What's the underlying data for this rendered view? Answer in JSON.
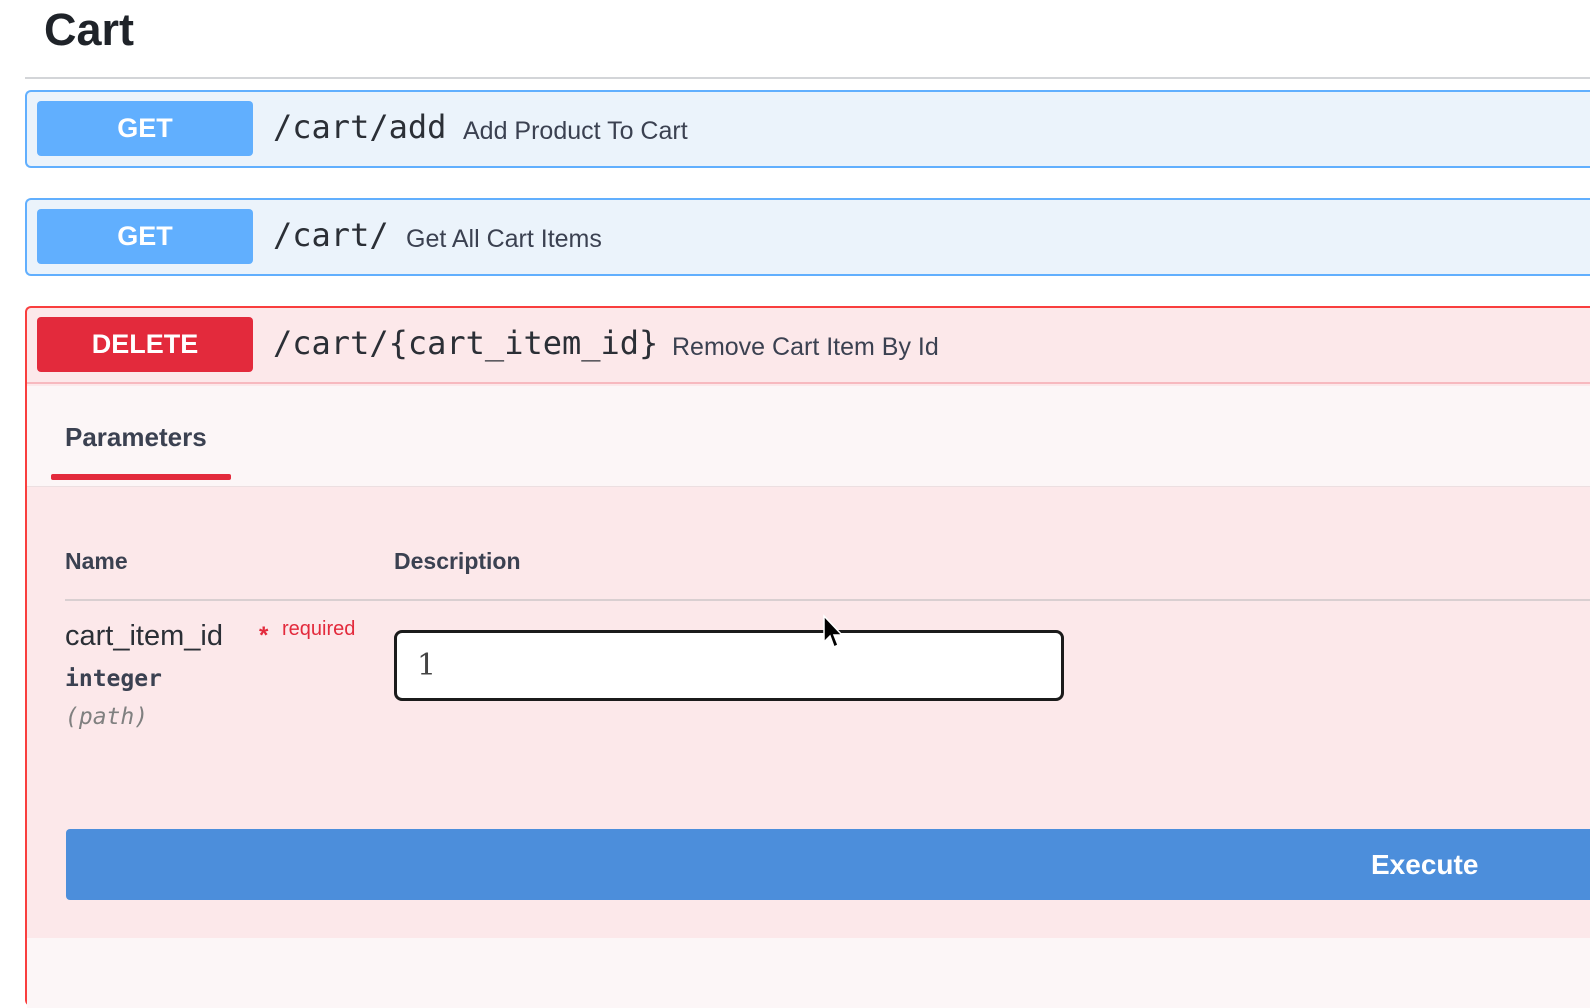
{
  "section": {
    "title": "Cart"
  },
  "operations": [
    {
      "method": "GET",
      "path": "/cart/add",
      "summary": "Add Product To Cart"
    },
    {
      "method": "GET",
      "path": "/cart/",
      "summary": "Get All Cart Items"
    },
    {
      "method": "DELETE",
      "path": "/cart/{cart_item_id}",
      "summary": "Remove Cart Item By Id"
    }
  ],
  "delete_panel": {
    "tab_label": "Parameters",
    "columns": {
      "name": "Name",
      "description": "Description"
    },
    "parameter": {
      "name": "cart_item_id",
      "required_star": "*",
      "required_label": "required",
      "type": "integer",
      "location": "(path)",
      "value": "1"
    },
    "execute_label": "Execute"
  },
  "colors": {
    "get": "#61affe",
    "delete": "#e32a3c",
    "execute": "#4c8edb"
  },
  "icons": {
    "cursor": "mouse-pointer-icon"
  }
}
